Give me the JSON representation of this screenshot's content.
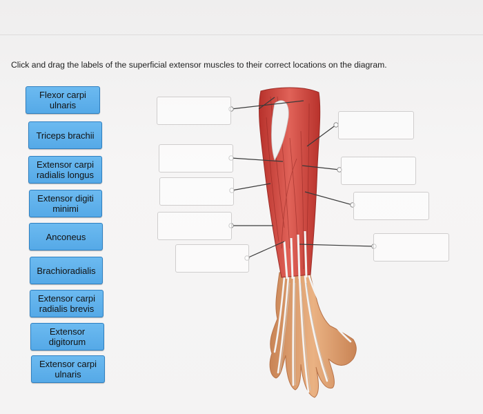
{
  "instructions": "Click and drag the labels of the superficial extensor muscles to their correct locations on the diagram.",
  "labels": [
    {
      "line1": "Flexor carpi",
      "line2": "ulnaris"
    },
    {
      "line1": "Triceps brachii",
      "line2": ""
    },
    {
      "line1": "Extensor carpi",
      "line2": "radialis longus"
    },
    {
      "line1": "Extensor digiti",
      "line2": "minimi"
    },
    {
      "line1": "Anconeus",
      "line2": ""
    },
    {
      "line1": "Brachioradialis",
      "line2": ""
    },
    {
      "line1": "Extensor carpi",
      "line2": "radialis brevis"
    },
    {
      "line1": "Extensor",
      "line2": "digitorum"
    },
    {
      "line1": "Extensor carpi",
      "line2": "ulnaris"
    }
  ],
  "colors": {
    "label_fill": "#5fb2ec",
    "label_border": "#2e7fc0",
    "muscle": "#d2473f",
    "tendon": "#f1f1f1",
    "skin": "#e1a06f"
  },
  "icons": [
    "leader-line-dot"
  ]
}
